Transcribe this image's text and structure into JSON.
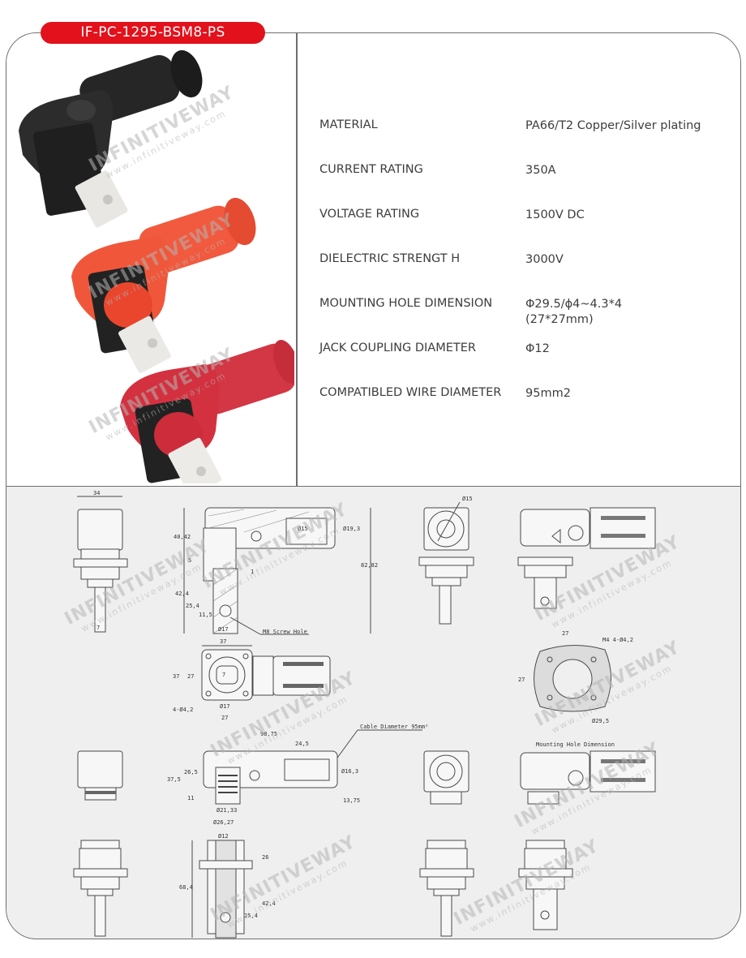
{
  "header": {
    "model": "IF-PC-1295-BSM8-PS"
  },
  "specs": [
    {
      "label": "MATERIAL",
      "value": "PA66/T2 Copper/Silver plating"
    },
    {
      "label": "CURRENT RATING",
      "value": "350A"
    },
    {
      "label": "VOLTAGE RATING",
      "value": "1500V DC"
    },
    {
      "label": "DIELECTRIC STRENGT H",
      "value": "3000V"
    },
    {
      "label": "MOUNTING HOLE DIMENSION",
      "value": "Φ29.5/ϕ4~4.3*4",
      "value2": "(27*27mm)"
    },
    {
      "label": "JACK COUPLING DIAMETER",
      "value": "Φ12"
    },
    {
      "label": "COMPATIBLED WIRE DIAMETER",
      "value": "95mm2"
    }
  ],
  "photos": {
    "colors": {
      "black": "#2a2a2a",
      "orange": "#f0573a",
      "red": "#d3313f",
      "terminal": "#e8e6e3"
    }
  },
  "watermark": {
    "brand": "INFINITIVEWAY",
    "url": "www.infinitiveway.com"
  },
  "colors": {
    "accent": "#e2111b",
    "frame": "#6e6e6e",
    "drawing_bg": "#efefef"
  },
  "drawings": {
    "dims": {
      "d34": "34",
      "d7": "7",
      "d40_42": "40,42",
      "d5": "5",
      "d42_4": "42,4",
      "d25_4": "25,4",
      "d11_5": "11,5",
      "d15": "Ø15",
      "d19_3": "Ø19,3",
      "d1": "1",
      "d82_82": "82,82",
      "d17": "Ø17",
      "screw": "M8 Screw Hole",
      "d15b": "Ø15",
      "f37w": "37",
      "f37h": "37",
      "f27h": "27",
      "f7": "7",
      "f4d4": "4-Ø4,2",
      "f17": "Ø17",
      "f27w": "27",
      "m27w": "27",
      "m4": "M4 4-Ø4,2",
      "m27h": "27",
      "m29": "Ø29,5",
      "c98": "98,75",
      "c24": "24,5",
      "cable": "Cable Diameter 95mm²",
      "c26": "26,5",
      "c37": "37,5",
      "c11": "11",
      "c16": "Ø16,3",
      "c13": "13,75",
      "c21": "Ø21,33",
      "c26b": "Ø26,27",
      "mhd": "Mounting Hole Dimension",
      "s12": "Ø12",
      "s26": "26",
      "s68": "68,4",
      "s42": "42,4",
      "s25": "25,4"
    }
  }
}
